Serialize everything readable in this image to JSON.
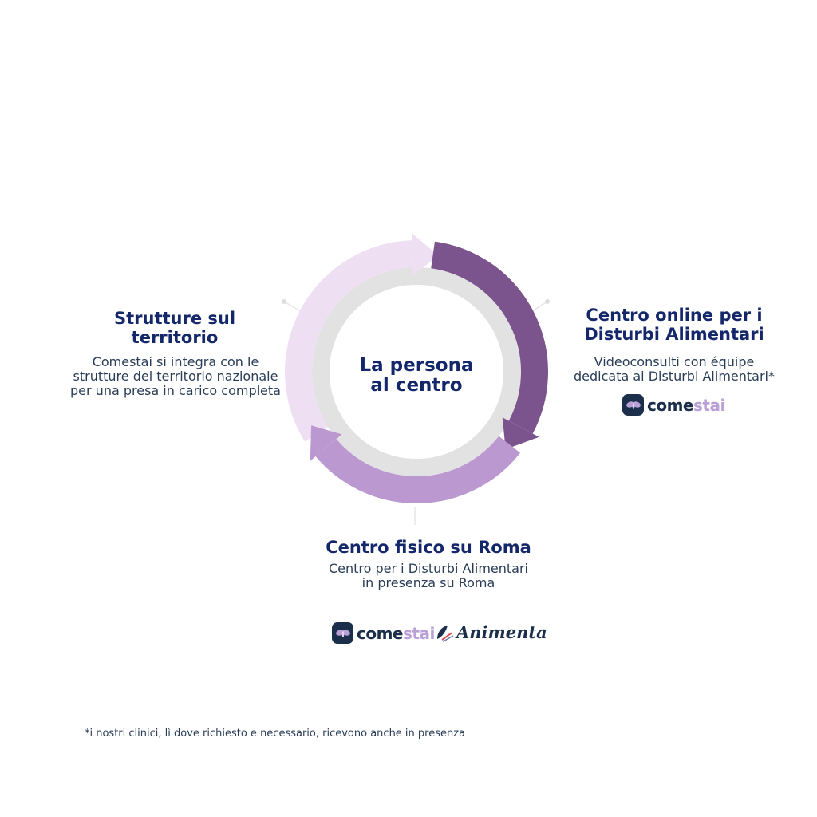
{
  "center": {
    "line1": "La persona",
    "line2": "al centro"
  },
  "sections": {
    "left": {
      "title1": "Strutture sul",
      "title2": "territorio",
      "body1": "Comestai si integra con le",
      "body2": "strutture del territorio nazionale",
      "body3": "per una presa in carico completa"
    },
    "right": {
      "title1": "Centro online per i",
      "title2": "Disturbi Alimentari",
      "body1": "Videoconsulti con équipe",
      "body2": "dedicata ai Disturbi Alimentari*"
    },
    "bottom": {
      "title": "Centro fisico su Roma",
      "body1": "Centro per i Disturbi Alimentari",
      "body2": "in presenza su Roma"
    }
  },
  "logos": {
    "comestai_a": "come",
    "comestai_b": "stai",
    "animenta": "Animenta"
  },
  "footnote": "*i nostri clinici, lì dove richiesto e necessario, ricevono anche in presenza",
  "colors": {
    "dark": "#7b548d",
    "medium": "#bb98d0",
    "light": "#efdff3",
    "ring": "#e2e2e2",
    "navy": "#13276a"
  }
}
